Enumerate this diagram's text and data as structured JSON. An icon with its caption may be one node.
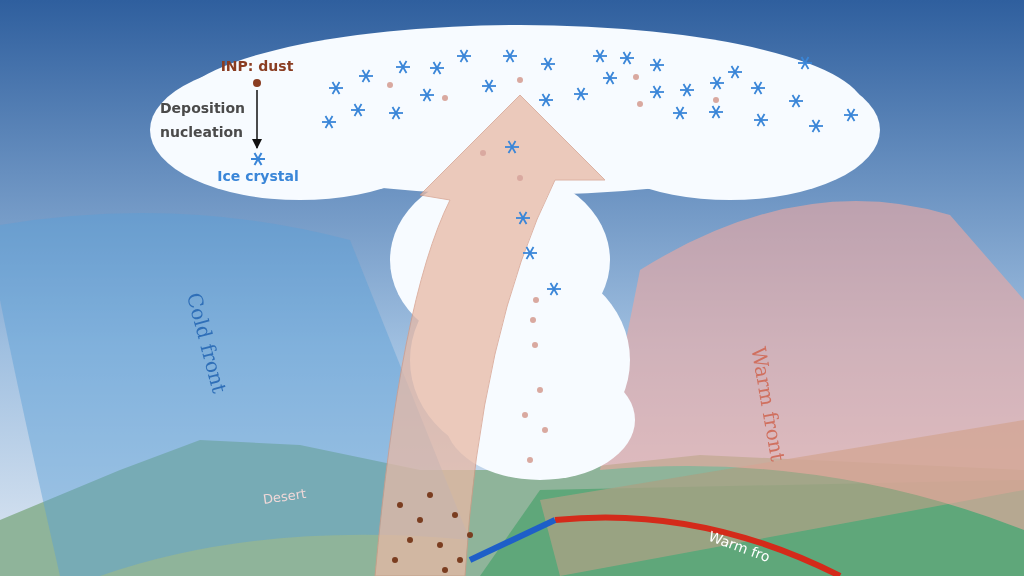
{
  "diagram": {
    "nodes": [
      {
        "text": [
          "INP: dust"
        ]
      },
      {
        "text": [
          "Ice crystal"
        ]
      }
    ],
    "edges": [
      {
        "from": 0,
        "to": 1,
        "arrow": "to",
        "label": "Deposition nucleation"
      }
    ],
    "labels": [
      "Cold front",
      "Warm front",
      "Desert",
      "Warm fro"
    ]
  }
}
